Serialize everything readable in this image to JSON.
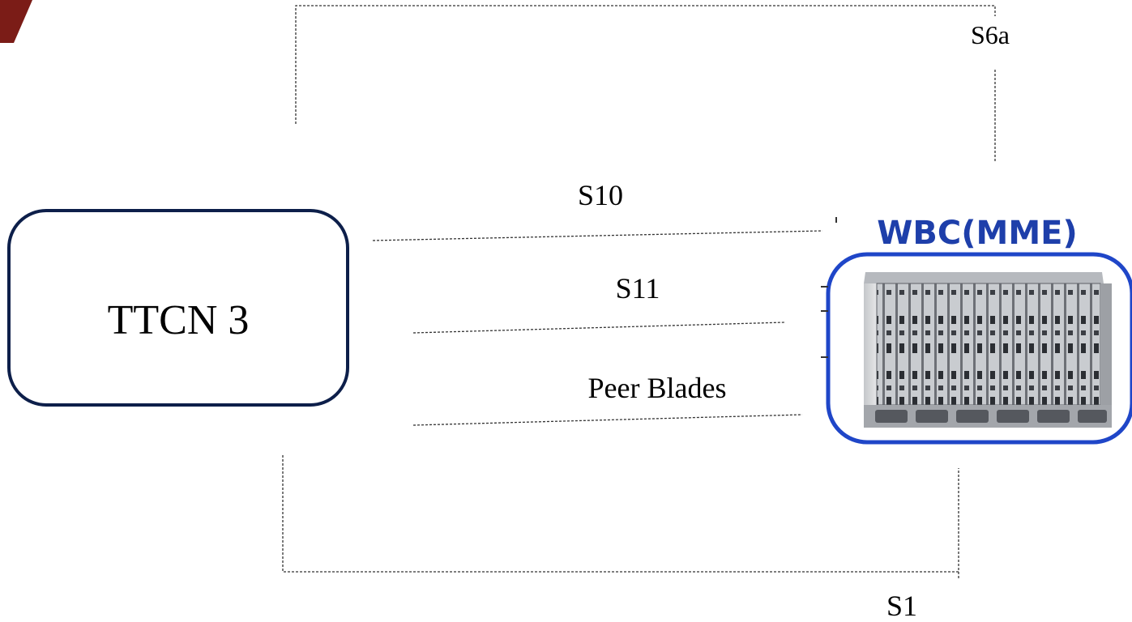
{
  "nodes": {
    "ttcn": {
      "label": "TTCN 3"
    },
    "mme": {
      "title": "WBC(MME)"
    }
  },
  "interfaces": {
    "s6a": "S6a",
    "s10": "S10",
    "s11": "S11",
    "peer": "Peer Blades",
    "s1": "S1"
  },
  "colors": {
    "corner_accent": "#7b1c17",
    "box_border": "#0d1f4a",
    "mme_title": "#1e3faa",
    "mme_frame": "#1f46c8",
    "lines": "#333333"
  }
}
